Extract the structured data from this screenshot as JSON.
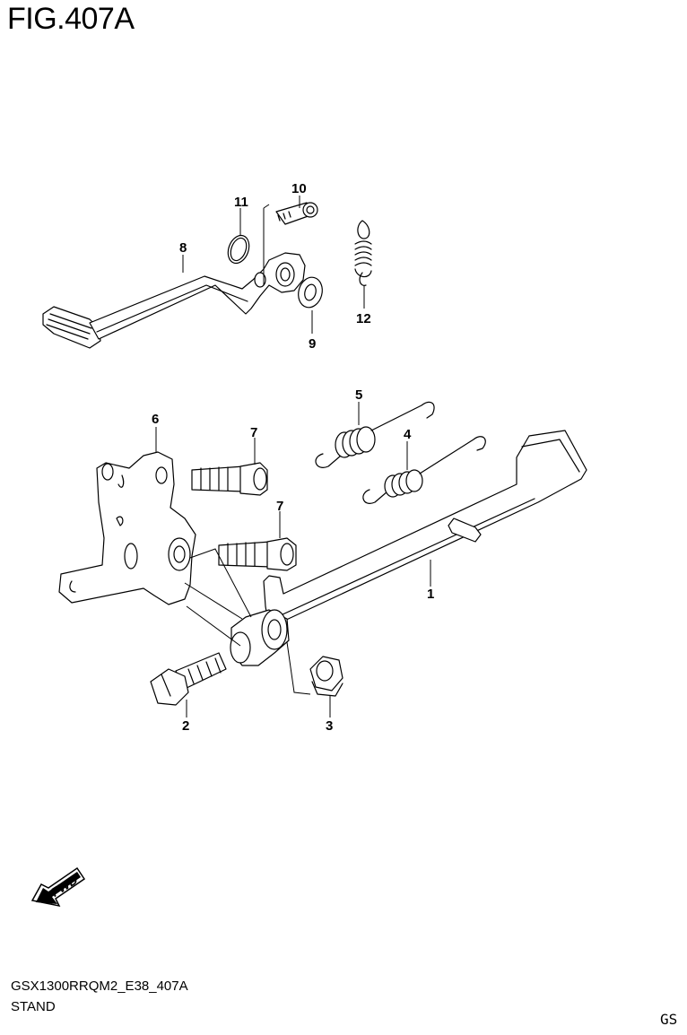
{
  "figure": {
    "title": "FIG.407A"
  },
  "footer": {
    "code": "GSX1300RRQM2_E38_407A",
    "name": "STAND",
    "corner": "GS"
  },
  "fwd_badge": {
    "label": "FWD"
  },
  "parts": [
    {
      "ref": "1"
    },
    {
      "ref": "2"
    },
    {
      "ref": "3"
    },
    {
      "ref": "4"
    },
    {
      "ref": "5"
    },
    {
      "ref": "6"
    },
    {
      "ref": "7"
    },
    {
      "ref": "7"
    },
    {
      "ref": "8"
    },
    {
      "ref": "9"
    },
    {
      "ref": "10"
    },
    {
      "ref": "11"
    },
    {
      "ref": "12"
    }
  ]
}
